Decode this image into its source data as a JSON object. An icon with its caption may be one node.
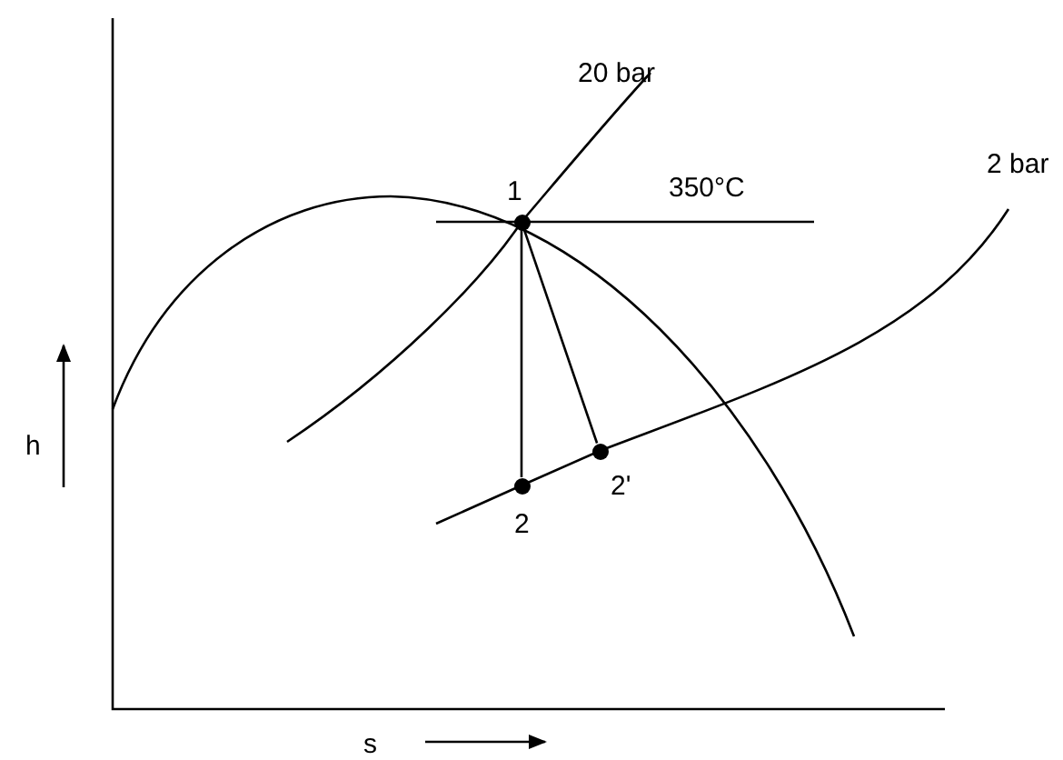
{
  "diagram": {
    "nodes": [
      {
        "text": [],
        "shape": "circle",
        "beside": [
          "1"
        ]
      },
      {
        "text": [],
        "shape": "circle",
        "beside": [
          "2"
        ]
      },
      {
        "text": [],
        "shape": "circle",
        "beside": [
          "2'"
        ]
      }
    ],
    "edges": [
      {
        "from": 0,
        "to": 1,
        "arrow": "none"
      },
      {
        "from": 0,
        "to": 2,
        "arrow": "none"
      }
    ],
    "labels": [
      "20 bar",
      "350°C",
      "2 bar",
      "h",
      "s"
    ]
  }
}
